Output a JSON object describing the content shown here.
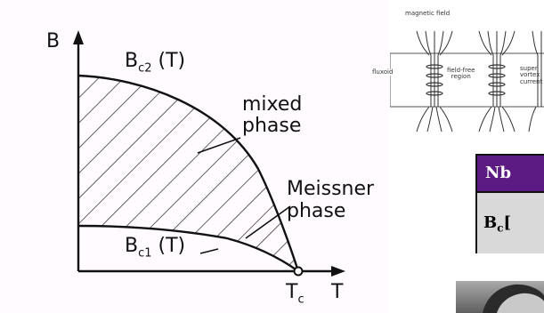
{
  "phase_diagram": {
    "axis_y_label": "B",
    "axis_x_label": "T",
    "bc2_label": {
      "main": "B",
      "sub": "c2",
      "suffix": "(T)"
    },
    "bc1_label": {
      "main": "B",
      "sub": "c1",
      "suffix": "(T)"
    },
    "mixed_label_line1": "mixed",
    "mixed_label_line2": "phase",
    "meissner_label_line1": "Meissner",
    "meissner_label_line2": "phase",
    "tc_label": {
      "main": "T",
      "sub": "c"
    }
  },
  "flux_figure": {
    "title": "magnetic field",
    "fluxoid_label": "fluxoid",
    "field_free_label": "field-free",
    "field_free_label_2": "region",
    "supercurrent_label": "super",
    "supercurrent_label_2": "vortex",
    "supercurrent_label_3": "current"
  },
  "table": {
    "header": "Nb",
    "row_main": "B",
    "row_sub": "c",
    "row_suffix": "["
  },
  "colors": {
    "table_header_bg": "#5c1a83",
    "table_row_bg": "#d9d9d9",
    "panel_bg": "#fffbff"
  }
}
